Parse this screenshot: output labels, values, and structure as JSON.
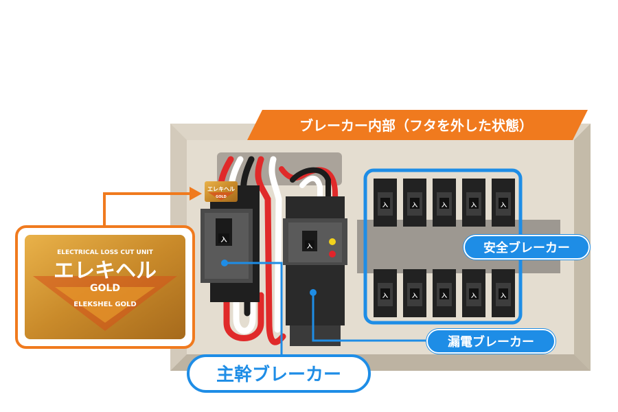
{
  "title_banner": "ブレーカー内部（フタを外した状態）",
  "labels": {
    "safety_breaker": "安全ブレーカー",
    "leakage_breaker": "漏電ブレーカー",
    "main_breaker": "主幹ブレーカー"
  },
  "product_card": {
    "tagline": "ELECTRICAL LOSS CUT UNIT",
    "name_jp": "エレキヘル",
    "grade": "GOLD",
    "name_en": "ELEKSHEL GOLD"
  },
  "mini_label": {
    "name_jp": "エレキヘル",
    "grade": "GOLD"
  },
  "breaker_mark": "入",
  "colors": {
    "orange": "#f07a1e",
    "blue": "#1e8de6",
    "panel": "#e4ddd0",
    "gold": "#c98a2a",
    "breaker": "#3a3a3a"
  },
  "icons": [
    "breaker-toggle-icon",
    "indicator-yellow-icon",
    "indicator-red-icon"
  ]
}
